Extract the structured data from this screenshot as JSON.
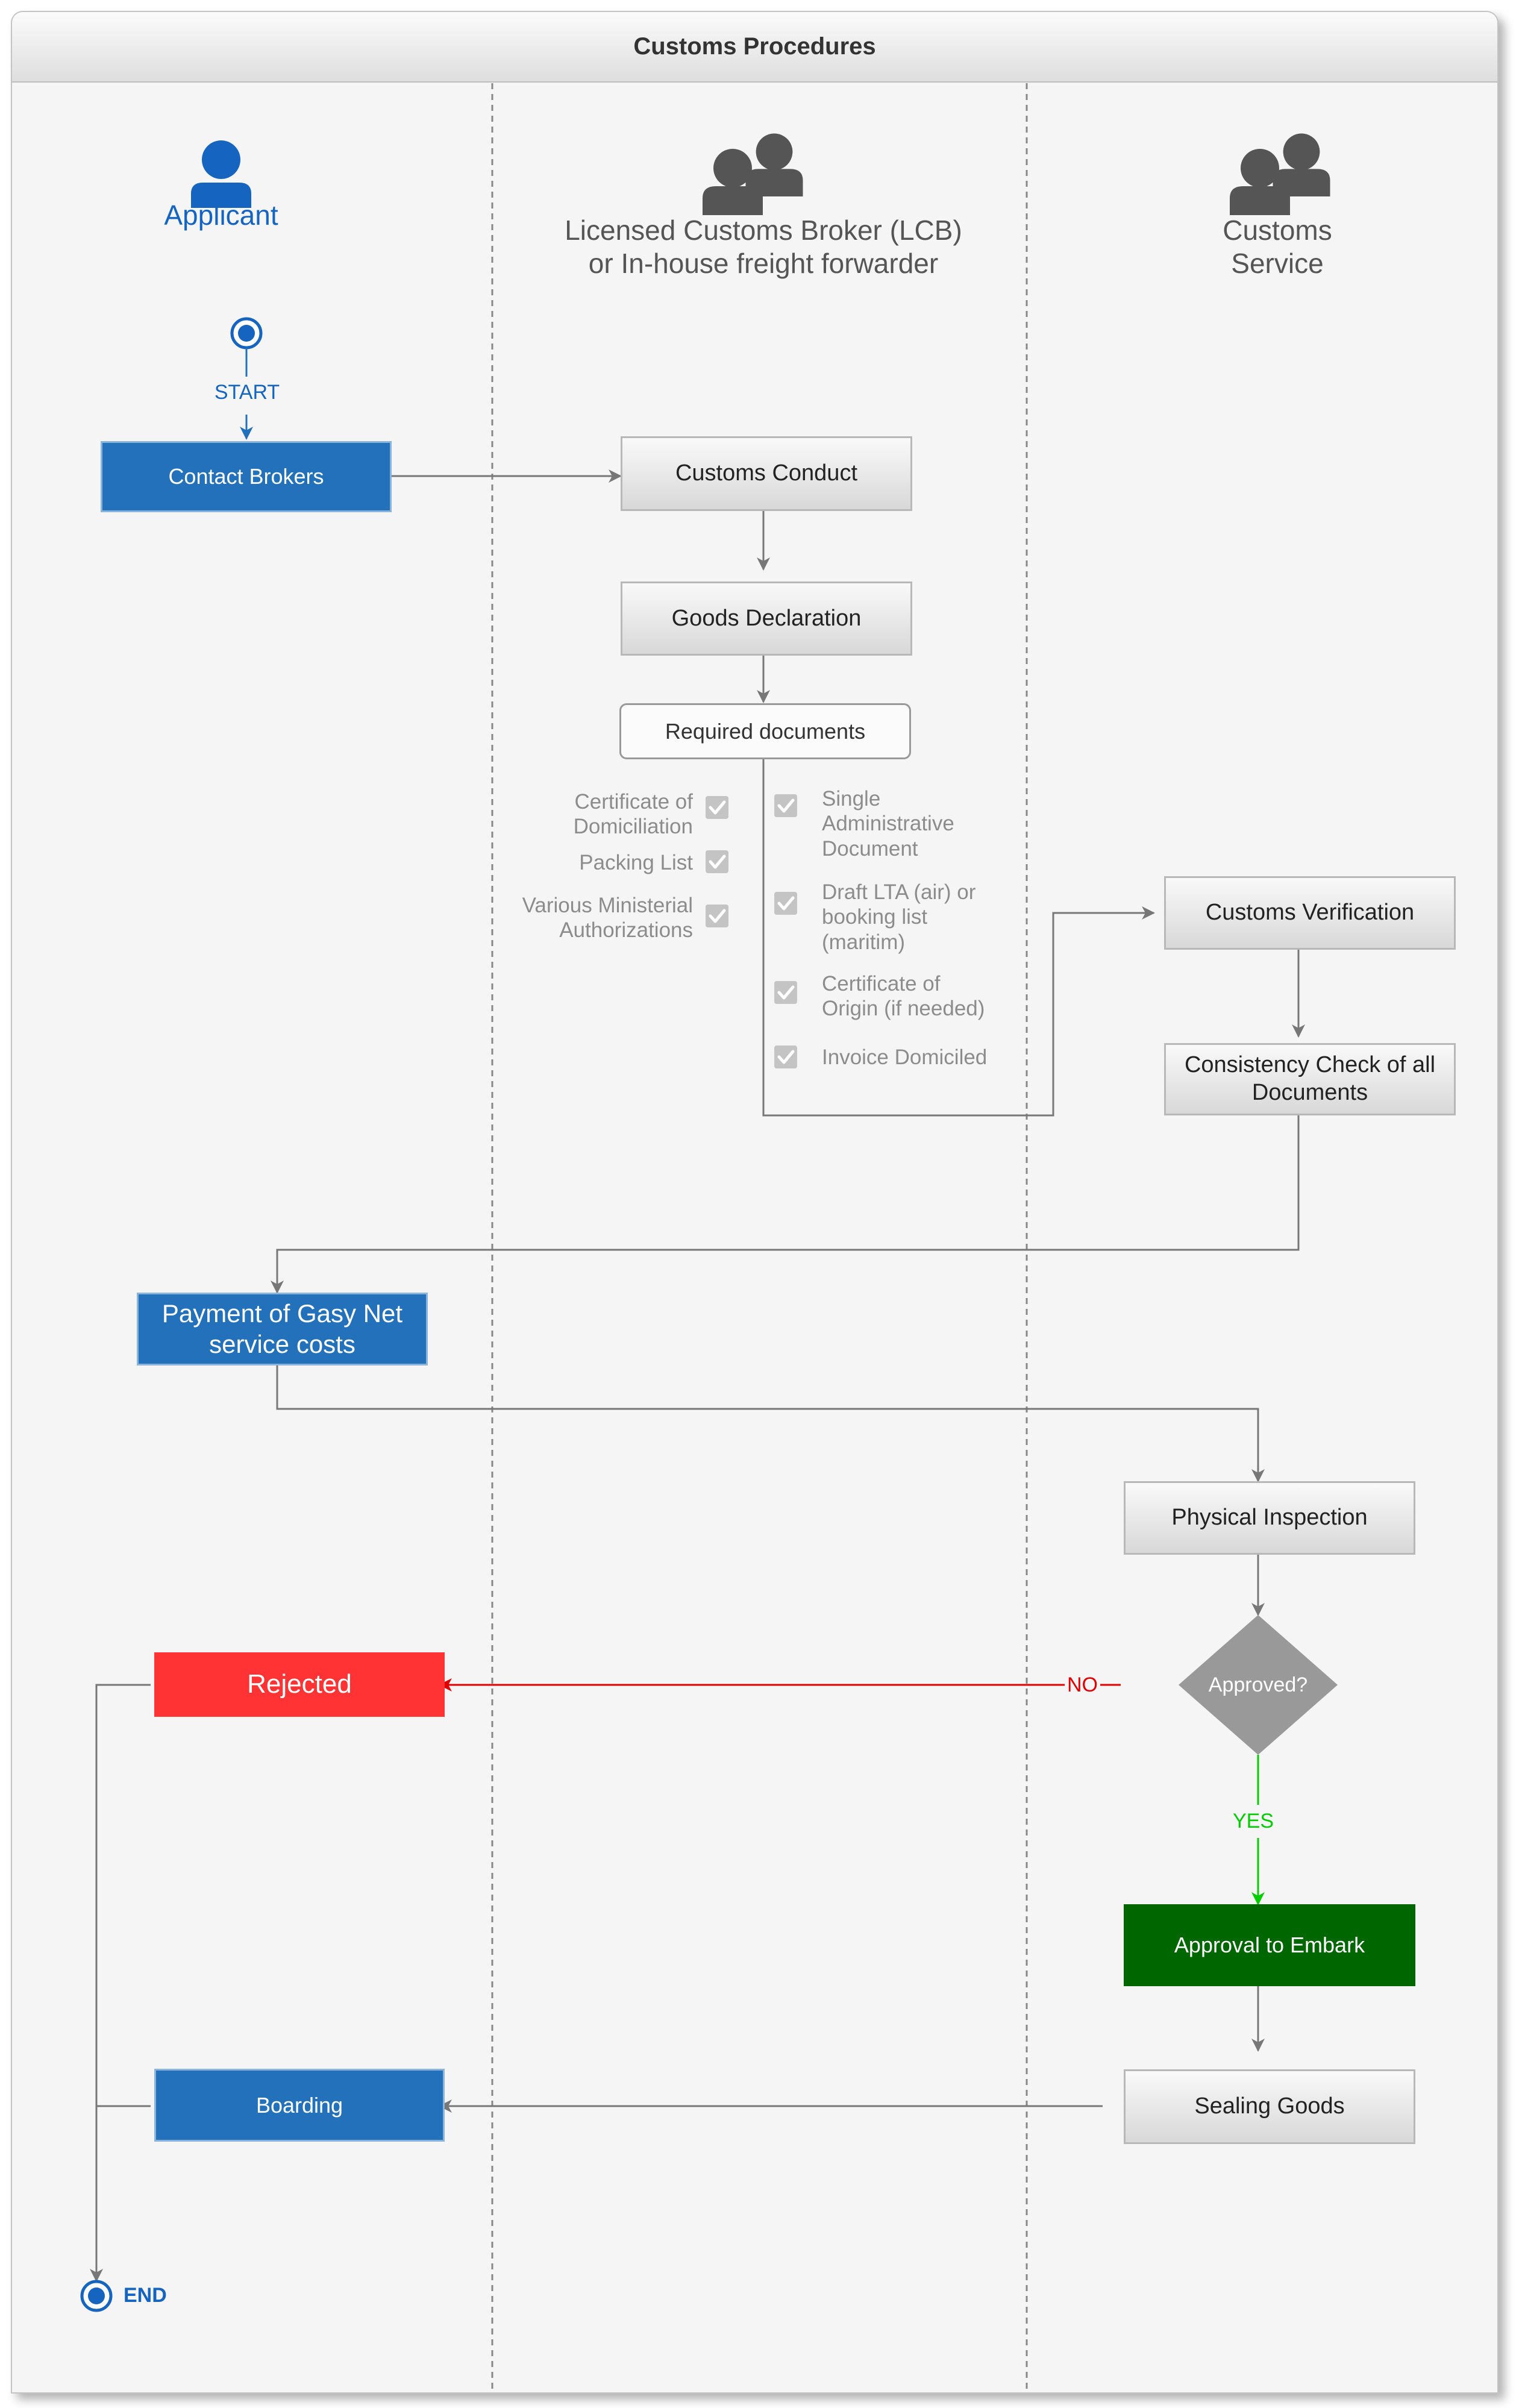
{
  "title": "Customs Procedures",
  "lanes": [
    {
      "name": "Applicant",
      "icon": "person-icon"
    },
    {
      "name": "Licensed Customs Broker (LCB)\nor In-house freight forwarder",
      "icon": "group-icon"
    },
    {
      "name": "Customs\nService",
      "icon": "group-icon"
    }
  ],
  "nodes": {
    "start": "START",
    "contact_brokers": "Contact Brokers",
    "customs_conduct": "Customs Conduct",
    "goods_declaration": "Goods Declaration",
    "required_documents": "Required documents",
    "customs_verification": "Customs Verification",
    "consistency_check": "Consistency Check of all\nDocuments",
    "payment": "Payment of Gasy Net\nservice costs",
    "physical_inspection": "Physical Inspection",
    "approved": "Approved?",
    "rejected": "Rejected",
    "approval_embark": "Approval to Embark",
    "sealing_goods": "Sealing Goods",
    "boarding": "Boarding",
    "end": "END"
  },
  "documents_left": [
    "Certificate of\nDomiciliation",
    "Packing List",
    "Various Ministerial\nAuthorizations"
  ],
  "documents_right": [
    "Single\nAdministrative\nDocument",
    "Draft LTA (air) or\nbooking list\n(maritim)",
    "Certificate of\nOrigin (if needed)",
    "Invoice Domiciled"
  ],
  "edge_labels": {
    "no": "NO",
    "yes": "YES"
  },
  "colors": {
    "blue": "#2371bb",
    "red": "#ff3333",
    "green": "#006600",
    "yes_arrow": "#00cc00",
    "no_arrow": "#e00000",
    "connector": "#777777"
  }
}
